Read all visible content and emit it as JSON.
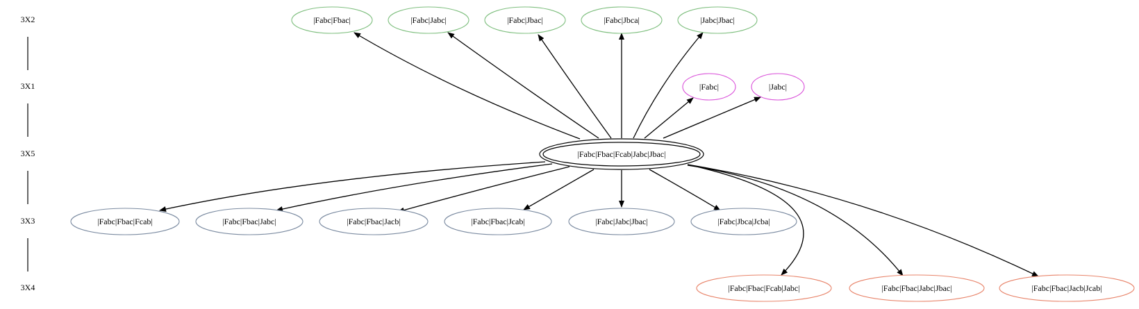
{
  "ranks": [
    {
      "id": "r0",
      "label": "3X2"
    },
    {
      "id": "r1",
      "label": "3X1"
    },
    {
      "id": "r2",
      "label": "3X5"
    },
    {
      "id": "r3",
      "label": "3X3"
    },
    {
      "id": "r4",
      "label": "3X4"
    }
  ],
  "colors": {
    "green": "#7fbf7f",
    "magenta": "#d94fd9",
    "center": "#000000",
    "slate": "#7a8aa0",
    "salmon": "#e8846a",
    "edge": "#000000"
  },
  "center": {
    "id": "c",
    "label": "|Fabc|Fbac|Fcab|Jabc|Jbac|"
  },
  "nodes": [
    {
      "id": "g1",
      "label": "|Fabc|Fbac|",
      "color": "green"
    },
    {
      "id": "g2",
      "label": "|Fabc|Jabc|",
      "color": "green"
    },
    {
      "id": "g3",
      "label": "|Fabc|Jbac|",
      "color": "green"
    },
    {
      "id": "g4",
      "label": "|Fabc|Jbca|",
      "color": "green"
    },
    {
      "id": "g5",
      "label": "|Jabc|Jbac|",
      "color": "green"
    },
    {
      "id": "m1",
      "label": "|Fabc|",
      "color": "magenta"
    },
    {
      "id": "m2",
      "label": "|Jabc|",
      "color": "magenta"
    },
    {
      "id": "s1",
      "label": "|Fabc|Fbac|Fcab|",
      "color": "slate"
    },
    {
      "id": "s2",
      "label": "|Fabc|Fbac|Jabc|",
      "color": "slate"
    },
    {
      "id": "s3",
      "label": "|Fabc|Fbac|Jacb|",
      "color": "slate"
    },
    {
      "id": "s4",
      "label": "|Fabc|Fbac|Jcab|",
      "color": "slate"
    },
    {
      "id": "s5",
      "label": "|Fabc|Jabc|Jbac|",
      "color": "slate"
    },
    {
      "id": "s6",
      "label": "|Fabc|Jbca|Jcba|",
      "color": "slate"
    },
    {
      "id": "o1",
      "label": "|Fabc|Fbac|Fcab|Jabc|",
      "color": "salmon"
    },
    {
      "id": "o2",
      "label": "|Fabc|Fbac|Jabc|Jbac|",
      "color": "salmon"
    },
    {
      "id": "o3",
      "label": "|Fabc|Fbac|Jacb|Jcab|",
      "color": "salmon"
    }
  ],
  "edges": [
    {
      "from": "c",
      "to": "g1"
    },
    {
      "from": "c",
      "to": "g2"
    },
    {
      "from": "c",
      "to": "g3"
    },
    {
      "from": "c",
      "to": "g4"
    },
    {
      "from": "c",
      "to": "g5"
    },
    {
      "from": "c",
      "to": "m1"
    },
    {
      "from": "c",
      "to": "m2"
    },
    {
      "from": "c",
      "to": "s1"
    },
    {
      "from": "c",
      "to": "s2"
    },
    {
      "from": "c",
      "to": "s3"
    },
    {
      "from": "c",
      "to": "s4"
    },
    {
      "from": "c",
      "to": "s5"
    },
    {
      "from": "c",
      "to": "s6"
    },
    {
      "from": "c",
      "to": "o1"
    },
    {
      "from": "c",
      "to": "o2"
    },
    {
      "from": "c",
      "to": "o3"
    }
  ]
}
